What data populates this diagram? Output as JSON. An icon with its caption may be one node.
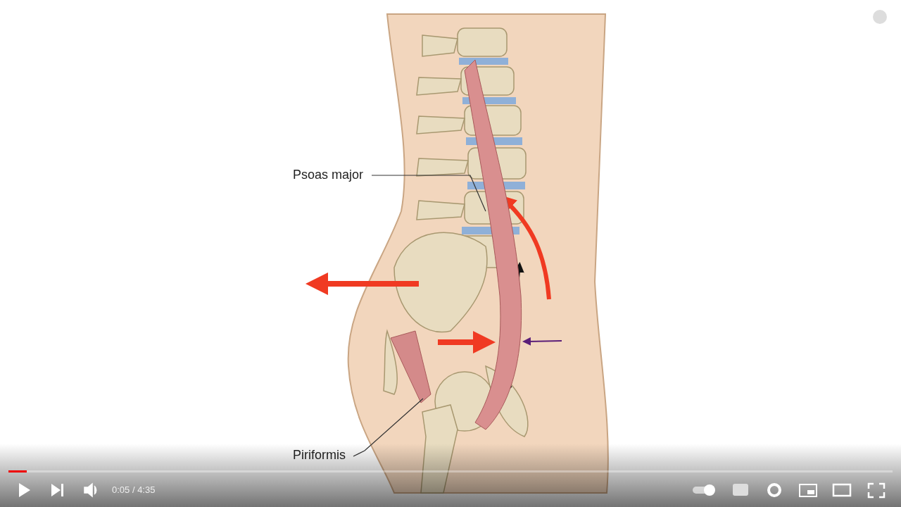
{
  "diagram": {
    "nodes": [
      {
        "text": [
          "Psoas major"
        ]
      },
      {
        "text": [],
        "shape": "picture"
      },
      {
        "text": [
          "Piriformis"
        ]
      },
      {
        "text": [],
        "shape": "picture"
      }
    ],
    "edges": [
      {
        "from": 0,
        "to": 1,
        "arrow": "none"
      },
      {
        "from": 2,
        "to": 3,
        "arrow": "none"
      }
    ],
    "labels": [
      "0:05 / 4:35"
    ]
  }
}
